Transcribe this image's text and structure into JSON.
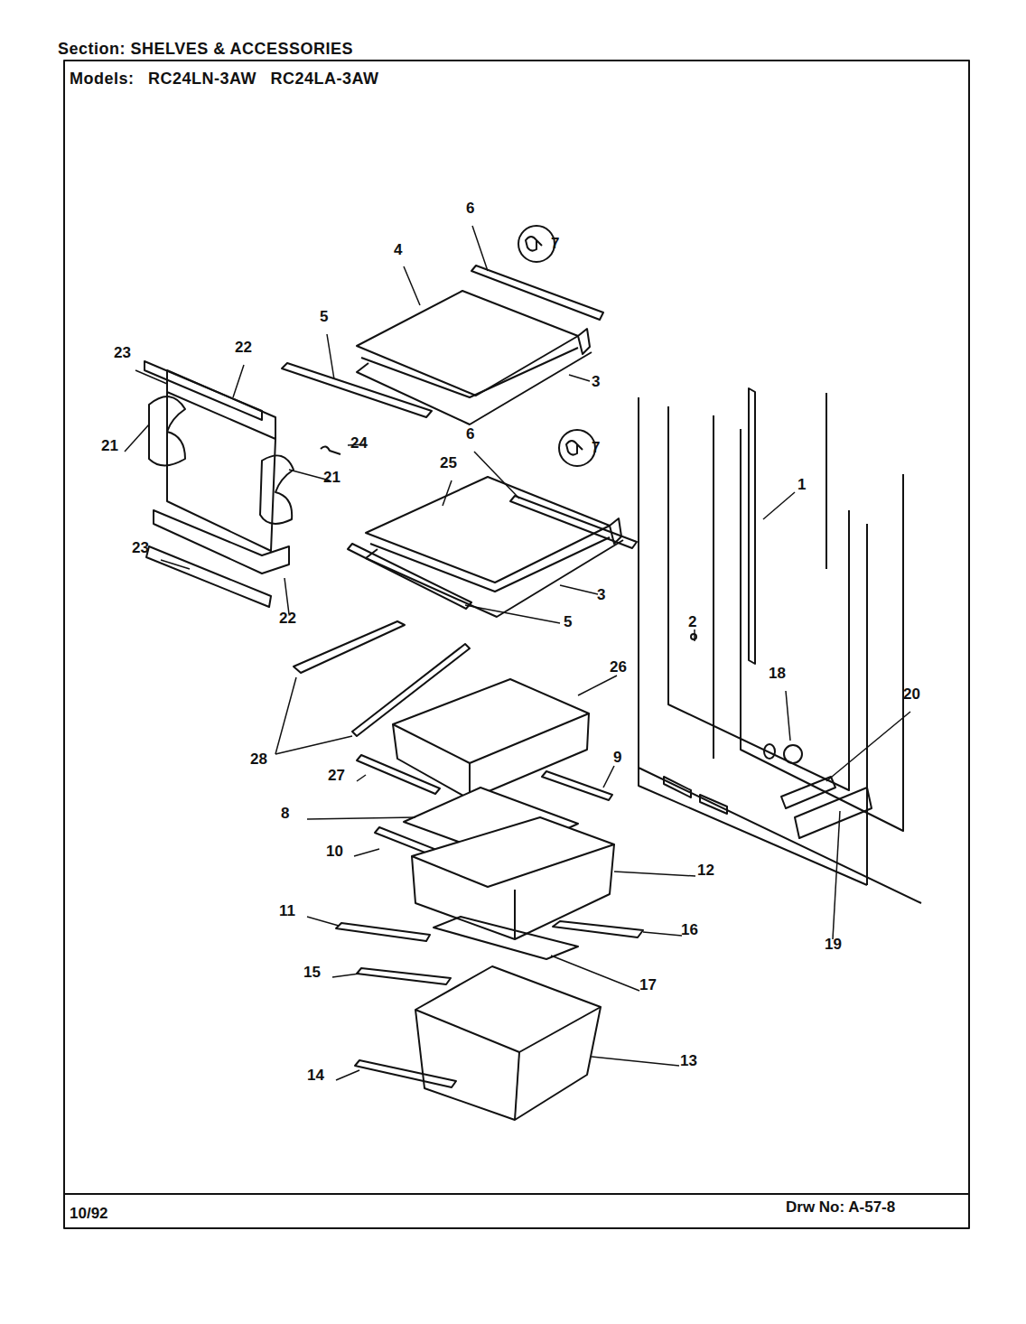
{
  "diagram": {
    "title": "Section: SHELVES & ACCESSORIES",
    "nodes": [
      {
        "text": [
          "7"
        ]
      },
      {
        "text": [
          "7"
        ]
      }
    ],
    "labels": [
      "Models: RC24LN-3AW RC24LA-3AW",
      "6",
      "4",
      "5",
      "3",
      "23",
      "22",
      "21",
      "24",
      "6",
      "25",
      "21",
      "1",
      "23",
      "22",
      "5",
      "3",
      "2",
      "18",
      "20",
      "28",
      "26",
      "27",
      "9",
      "8",
      "10",
      "12",
      "11",
      "16",
      "15",
      "17",
      "19",
      "13",
      "14",
      "10/92",
      "Drw No: A-57-8"
    ]
  }
}
